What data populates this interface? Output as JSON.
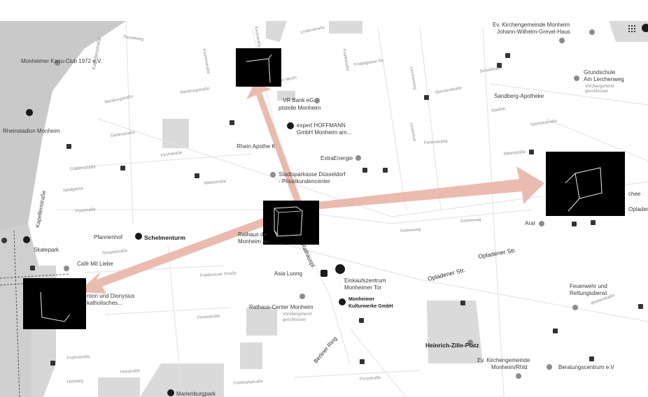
{
  "colors": {
    "background": "#ffffff",
    "park": "#c9c9c9",
    "block": "#dadada",
    "road": "#ffffff",
    "arrow": "#e8b6a8",
    "panel": "#000000",
    "cube_line": "#e9e9e9",
    "pin": "#1a1a1a",
    "pin_grey": "#8c8c8c"
  },
  "places": {
    "kanu_club": "Monheimer Kanu-Club 1972 e.V.",
    "rheinstadion": "Rheinstadion Monheim",
    "skatepark": "Skatepark",
    "pfannenhof": "Pfannenhof",
    "schelmenturm": "Schelmenturm",
    "cafe": "Café Mit Liebe",
    "dionysius_1": "ronn und Dionysius",
    "dionysius_2": "katholisches...",
    "vr_bank_1": "VR Bank eG",
    "vr_bank_2": "ptstelle Monheim",
    "expert_1": "expert HOFFMANN",
    "expert_2": "GmbH Monheim am...",
    "rhein_apotheke": "Rhein Apothe    K",
    "extraenergie": "ExtraEnergie",
    "sparkasse_1": "Stadtsparkasse Düsseldorf",
    "sparkasse_2": "- Privatkundencenter",
    "rathaus_1": "Rathaus de",
    "rathaus_2": "Monheim an",
    "asia_luong": "Asia Luong",
    "ez_1": "Einkaufszentrum",
    "ez_2": "Monheimer Tor",
    "kulturwerke_1": "Monheimer",
    "kulturwerke_2": "Kulturwerke GmbH",
    "rathaus_center": "Rathaus-Center Monheim",
    "rathaus_center_sub_1": "Vorübergehend",
    "rathaus_center_sub_2": "geschlossen",
    "kirchengemeinde_top_1": "Ev. Kirchengemeinde Monheim",
    "kirchengemeinde_top_2": "Johann-Wilhelm-Grevel-Haus",
    "grundschule_1": "Grundschule",
    "grundschule_2": "Am Lerchenweg",
    "grundschule_sub_1": "Vorübergehend",
    "grundschule_sub_2": "geschlossen",
    "sandberg": "Sandberg-Apotheke",
    "aral": "Aral",
    "opladen": "Opladen",
    "chee": "chee",
    "feuerwehr_1": "Feuerwehr und",
    "feuerwehr_2": "Rettungsdienst",
    "heinrich_zille": "Heinrich-Zille-Platz",
    "kirchengemeinde_bottom_1": "Ev. Kirchengemeinde",
    "kirchengemeinde_bottom_2": "Monheim/Rhld",
    "beratung": "Beratungscentrum e.V",
    "marienburgpark": "Marienburgpark"
  },
  "streets": {
    "opladener_1": "Opladener Str.",
    "opladener_2": "Opladener Str.",
    "rathausplatz": "Rathauspl.",
    "berliner_ring": "Berliner Ring",
    "kapellenstr": "Kapellenstraße",
    "kapellenstr_2": "Kapellenstraße",
    "kirchstr": "Kirchstraße",
    "s1": "Dasselweg",
    "s2": "Meisburgstraße",
    "s3": "Meisburgstraße",
    "s4": "Gartenstraße",
    "s5": "Grabenstraße",
    "s6": "Spielgasse",
    "s7": "Poststraße",
    "s8": "Kirchstraße",
    "s9": "Gartenweg",
    "s10": "Gartenweg",
    "s11": "Tempelstraße",
    "s12": "Friedenauer Straße",
    "s13": "Feuerstraße",
    "s14": "Hohstraße",
    "s15": "Krummstraße",
    "s16": "Lindenstraße",
    "s17": "Frankstraße",
    "s18": "Am Werth",
    "s19": "Knappgasse Str.",
    "s20": "Lerchenweg",
    "s21": "Lindenhof",
    "s22": "Schulstraße",
    "s23": "Speckerstraße",
    "s24": "Sperberstraße",
    "s25": "Frohnstraße",
    "s26": "Holzweg",
    "s27": "Friedhofsstraße",
    "s28": "Ponystraße",
    "s29": "Stadtstr.",
    "s30": "Ferienstraße",
    "s31": "Mittelstraße",
    "s32": "Weiherstraße"
  }
}
